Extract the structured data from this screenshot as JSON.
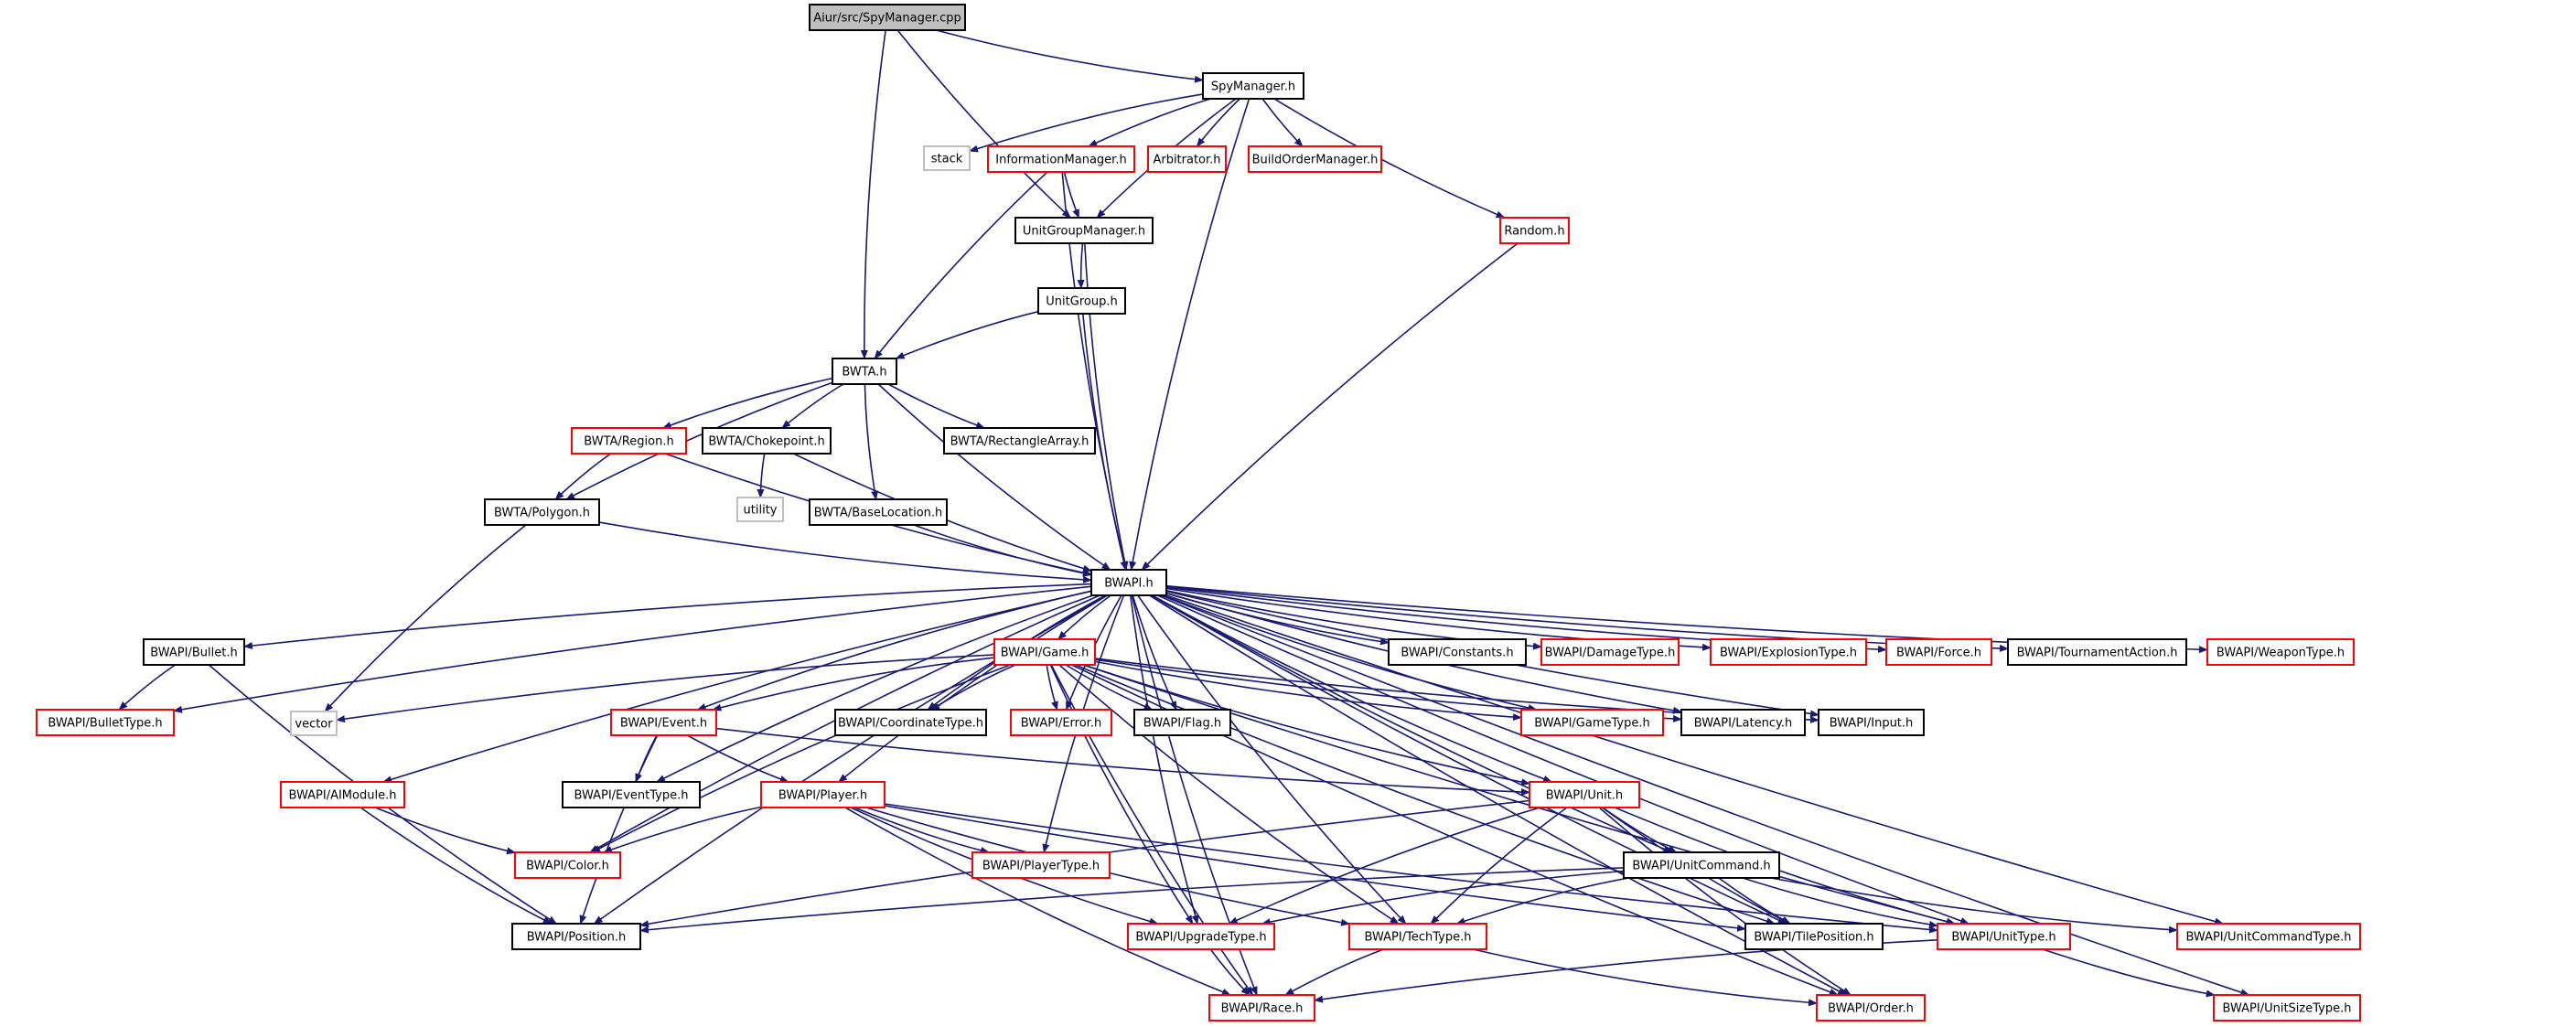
{
  "colors": {
    "edge": "#191970",
    "root_fill": "#bfbfbf",
    "default_border": "#000000",
    "truncated_border": "#ff0000",
    "external_border": "#bfbfbf"
  },
  "nodes": [
    {
      "id": "root",
      "label": "Aiur/src/SpyManager.cpp",
      "kind": "root"
    },
    {
      "id": "spy",
      "label": "SpyManager.h",
      "kind": "normal"
    },
    {
      "id": "stack",
      "label": "stack",
      "kind": "external"
    },
    {
      "id": "info",
      "label": "InformationManager.h",
      "kind": "truncated"
    },
    {
      "id": "arb",
      "label": "Arbitrator.h",
      "kind": "truncated"
    },
    {
      "id": "bom",
      "label": "BuildOrderManager.h",
      "kind": "truncated"
    },
    {
      "id": "random",
      "label": "Random.h",
      "kind": "truncated"
    },
    {
      "id": "ugm",
      "label": "UnitGroupManager.h",
      "kind": "normal"
    },
    {
      "id": "ug",
      "label": "UnitGroup.h",
      "kind": "normal"
    },
    {
      "id": "bwta",
      "label": "BWTA.h",
      "kind": "normal"
    },
    {
      "id": "region",
      "label": "BWTA/Region.h",
      "kind": "truncated"
    },
    {
      "id": "choke",
      "label": "BWTA/Chokepoint.h",
      "kind": "normal"
    },
    {
      "id": "rect",
      "label": "BWTA/RectangleArray.h",
      "kind": "normal"
    },
    {
      "id": "utility",
      "label": "utility",
      "kind": "external"
    },
    {
      "id": "polygon",
      "label": "BWTA/Polygon.h",
      "kind": "normal"
    },
    {
      "id": "baseloc",
      "label": "BWTA/BaseLocation.h",
      "kind": "normal"
    },
    {
      "id": "bwapi",
      "label": "BWAPI.h",
      "kind": "normal"
    },
    {
      "id": "bullet",
      "label": "BWAPI/Bullet.h",
      "kind": "normal"
    },
    {
      "id": "bullettype",
      "label": "BWAPI/BulletType.h",
      "kind": "truncated"
    },
    {
      "id": "vector",
      "label": "vector",
      "kind": "external"
    },
    {
      "id": "game",
      "label": "BWAPI/Game.h",
      "kind": "truncated"
    },
    {
      "id": "constants",
      "label": "BWAPI/Constants.h",
      "kind": "normal"
    },
    {
      "id": "damage",
      "label": "BWAPI/DamageType.h",
      "kind": "truncated"
    },
    {
      "id": "explosion",
      "label": "BWAPI/ExplosionType.h",
      "kind": "truncated"
    },
    {
      "id": "force",
      "label": "BWAPI/Force.h",
      "kind": "truncated"
    },
    {
      "id": "tourn",
      "label": "BWAPI/TournamentAction.h",
      "kind": "normal"
    },
    {
      "id": "weapon",
      "label": "BWAPI/WeaponType.h",
      "kind": "truncated"
    },
    {
      "id": "event",
      "label": "BWAPI/Event.h",
      "kind": "truncated"
    },
    {
      "id": "coord",
      "label": "BWAPI/CoordinateType.h",
      "kind": "normal"
    },
    {
      "id": "error",
      "label": "BWAPI/Error.h",
      "kind": "truncated"
    },
    {
      "id": "flag",
      "label": "BWAPI/Flag.h",
      "kind": "normal"
    },
    {
      "id": "gametype",
      "label": "BWAPI/GameType.h",
      "kind": "truncated"
    },
    {
      "id": "latency",
      "label": "BWAPI/Latency.h",
      "kind": "normal"
    },
    {
      "id": "input",
      "label": "BWAPI/Input.h",
      "kind": "normal"
    },
    {
      "id": "aimodule",
      "label": "BWAPI/AIModule.h",
      "kind": "truncated"
    },
    {
      "id": "eventtype",
      "label": "BWAPI/EventType.h",
      "kind": "normal"
    },
    {
      "id": "player",
      "label": "BWAPI/Player.h",
      "kind": "truncated"
    },
    {
      "id": "unit",
      "label": "BWAPI/Unit.h",
      "kind": "truncated"
    },
    {
      "id": "color",
      "label": "BWAPI/Color.h",
      "kind": "truncated"
    },
    {
      "id": "playertype",
      "label": "BWAPI/PlayerType.h",
      "kind": "truncated"
    },
    {
      "id": "unitcmd",
      "label": "BWAPI/UnitCommand.h",
      "kind": "normal"
    },
    {
      "id": "position",
      "label": "BWAPI/Position.h",
      "kind": "normal"
    },
    {
      "id": "upgrade",
      "label": "BWAPI/UpgradeType.h",
      "kind": "truncated"
    },
    {
      "id": "tech",
      "label": "BWAPI/TechType.h",
      "kind": "truncated"
    },
    {
      "id": "tilepos",
      "label": "BWAPI/TilePosition.h",
      "kind": "normal"
    },
    {
      "id": "unittype",
      "label": "BWAPI/UnitType.h",
      "kind": "truncated"
    },
    {
      "id": "ucmdtype",
      "label": "BWAPI/UnitCommandType.h",
      "kind": "truncated"
    },
    {
      "id": "race",
      "label": "BWAPI/Race.h",
      "kind": "truncated"
    },
    {
      "id": "order",
      "label": "BWAPI/Order.h",
      "kind": "truncated"
    },
    {
      "id": "usize",
      "label": "BWAPI/UnitSizeType.h",
      "kind": "truncated"
    }
  ],
  "edges": [
    [
      "root",
      "spy"
    ],
    [
      "root",
      "bwta"
    ],
    [
      "root",
      "ugm"
    ],
    [
      "spy",
      "stack"
    ],
    [
      "spy",
      "info"
    ],
    [
      "spy",
      "arb"
    ],
    [
      "spy",
      "bom"
    ],
    [
      "spy",
      "random"
    ],
    [
      "spy",
      "ugm"
    ],
    [
      "spy",
      "bwapi"
    ],
    [
      "info",
      "ugm"
    ],
    [
      "info",
      "bwta"
    ],
    [
      "info",
      "bwapi"
    ],
    [
      "ugm",
      "ug"
    ],
    [
      "ugm",
      "bwapi"
    ],
    [
      "ug",
      "bwta"
    ],
    [
      "ug",
      "bwapi"
    ],
    [
      "random",
      "bwapi"
    ],
    [
      "bwta",
      "region"
    ],
    [
      "bwta",
      "choke"
    ],
    [
      "bwta",
      "rect"
    ],
    [
      "bwta",
      "polygon"
    ],
    [
      "bwta",
      "baseloc"
    ],
    [
      "bwta",
      "bwapi"
    ],
    [
      "region",
      "polygon"
    ],
    [
      "region",
      "bwapi"
    ],
    [
      "choke",
      "utility"
    ],
    [
      "choke",
      "bwapi"
    ],
    [
      "polygon",
      "vector"
    ],
    [
      "polygon",
      "bwapi"
    ],
    [
      "baseloc",
      "bwapi"
    ],
    [
      "bwapi",
      "bullet"
    ],
    [
      "bwapi",
      "bullettype"
    ],
    [
      "bwapi",
      "game"
    ],
    [
      "bwapi",
      "constants"
    ],
    [
      "bwapi",
      "damage"
    ],
    [
      "bwapi",
      "explosion"
    ],
    [
      "bwapi",
      "force"
    ],
    [
      "bwapi",
      "tourn"
    ],
    [
      "bwapi",
      "weapon"
    ],
    [
      "bwapi",
      "event"
    ],
    [
      "bwapi",
      "coord"
    ],
    [
      "bwapi",
      "error"
    ],
    [
      "bwapi",
      "flag"
    ],
    [
      "bwapi",
      "gametype"
    ],
    [
      "bwapi",
      "latency"
    ],
    [
      "bwapi",
      "input"
    ],
    [
      "bwapi",
      "aimodule"
    ],
    [
      "bwapi",
      "eventtype"
    ],
    [
      "bwapi",
      "player"
    ],
    [
      "bwapi",
      "unit"
    ],
    [
      "bwapi",
      "color"
    ],
    [
      "bwapi",
      "playertype"
    ],
    [
      "bwapi",
      "unitcmd"
    ],
    [
      "bwapi",
      "position"
    ],
    [
      "bwapi",
      "upgrade"
    ],
    [
      "bwapi",
      "tech"
    ],
    [
      "bwapi",
      "tilepos"
    ],
    [
      "bwapi",
      "unittype"
    ],
    [
      "bwapi",
      "ucmdtype"
    ],
    [
      "bwapi",
      "race"
    ],
    [
      "bwapi",
      "order"
    ],
    [
      "bwapi",
      "usize"
    ],
    [
      "bullet",
      "bullettype"
    ],
    [
      "bullet",
      "position"
    ],
    [
      "game",
      "vector"
    ],
    [
      "game",
      "event"
    ],
    [
      "game",
      "coord"
    ],
    [
      "game",
      "error"
    ],
    [
      "game",
      "flag"
    ],
    [
      "game",
      "gametype"
    ],
    [
      "game",
      "latency"
    ],
    [
      "game",
      "input"
    ],
    [
      "game",
      "color"
    ],
    [
      "game",
      "unit"
    ],
    [
      "game",
      "upgrade"
    ],
    [
      "game",
      "tech"
    ],
    [
      "game",
      "tilepos"
    ],
    [
      "game",
      "unittype"
    ],
    [
      "game",
      "race"
    ],
    [
      "game",
      "order"
    ],
    [
      "event",
      "eventtype"
    ],
    [
      "event",
      "player"
    ],
    [
      "event",
      "unit"
    ],
    [
      "event",
      "position"
    ],
    [
      "aimodule",
      "color"
    ],
    [
      "aimodule",
      "position"
    ],
    [
      "player",
      "color"
    ],
    [
      "player",
      "playertype"
    ],
    [
      "player",
      "upgrade"
    ],
    [
      "player",
      "tech"
    ],
    [
      "player",
      "unittype"
    ],
    [
      "player",
      "race"
    ],
    [
      "player",
      "tilepos"
    ],
    [
      "unit",
      "unitcmd"
    ],
    [
      "unit",
      "upgrade"
    ],
    [
      "unit",
      "tech"
    ],
    [
      "unit",
      "tilepos"
    ],
    [
      "unit",
      "unittype"
    ],
    [
      "unit",
      "order"
    ],
    [
      "unit",
      "position"
    ],
    [
      "unitcmd",
      "ucmdtype"
    ],
    [
      "unitcmd",
      "upgrade"
    ],
    [
      "unitcmd",
      "tech"
    ],
    [
      "unitcmd",
      "tilepos"
    ],
    [
      "unitcmd",
      "unittype"
    ],
    [
      "unitcmd",
      "position"
    ],
    [
      "upgrade",
      "race"
    ],
    [
      "tech",
      "race"
    ],
    [
      "tech",
      "order"
    ],
    [
      "unittype",
      "race"
    ],
    [
      "unittype",
      "usize"
    ]
  ]
}
